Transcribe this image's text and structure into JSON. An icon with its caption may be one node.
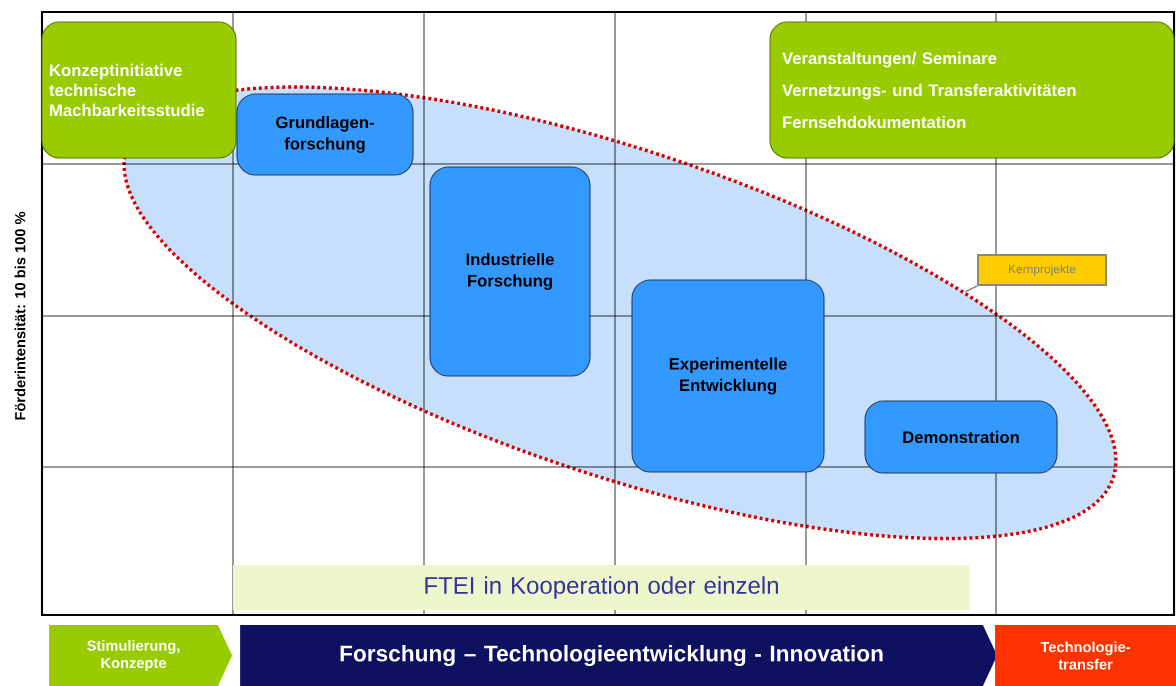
{
  "diagram": {
    "nodes": [
      {
        "text": [
          "Konzeptinitiative technische Machbarkeitsstudie"
        ]
      },
      {
        "text": [],
        "shape": "ellipse"
      },
      {
        "text": [
          "Grundlagen- forschung"
        ],
        "in": 1
      },
      {
        "text": [
          "Industrielle Forschung"
        ],
        "in": 1
      },
      {
        "text": [
          "Experimentelle Entwicklung"
        ],
        "in": 1
      },
      {
        "text": [
          "Demonstration"
        ],
        "in": 1
      },
      {
        "text": [
          "Veranstaltungen/ Seminare",
          "Vernetzungs- und Transferaktivitäten",
          "Fernsehdokumentation"
        ]
      },
      {
        "text": [
          "Kernprojekte"
        ]
      },
      {
        "text": [
          "FTEI in Kooperation oder einzeln"
        ]
      },
      {
        "text": [
          "Stimulierung, Konzepte"
        ]
      },
      {
        "text": [
          "Forschung – Technologieentwicklung - Innovation"
        ]
      },
      {
        "text": [
          "Technologie- transfer"
        ]
      }
    ],
    "edges": [
      {
        "from": 7,
        "to": 1,
        "arrow": "none"
      }
    ],
    "labels": [
      "Förderintensität: 10 bis 100 %"
    ]
  }
}
